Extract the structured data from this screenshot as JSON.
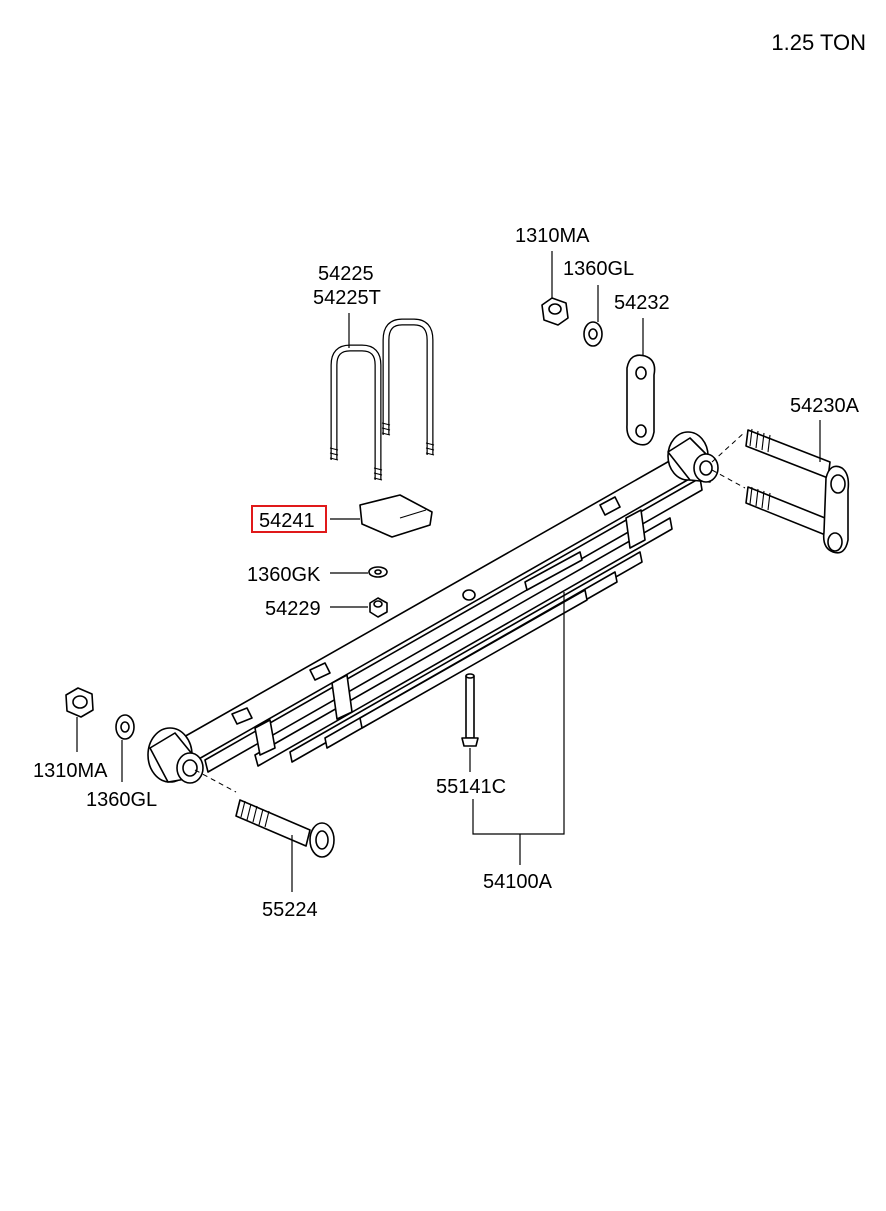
{
  "header": {
    "capacity": "1.25 TON"
  },
  "colors": {
    "highlight": "#e0191a",
    "ink": "#000000",
    "background": "#ffffff"
  },
  "callouts": [
    {
      "id": "u-bolt-a",
      "text": "54225"
    },
    {
      "id": "u-bolt-b",
      "text": "54225T"
    },
    {
      "id": "nut-top",
      "text": "1310MA"
    },
    {
      "id": "washer-top",
      "text": "1360GL"
    },
    {
      "id": "link-plate",
      "text": "54232"
    },
    {
      "id": "shackle",
      "text": "54230A"
    },
    {
      "id": "u-bolt-seat",
      "text": "54241",
      "highlighted": true
    },
    {
      "id": "spring-washer",
      "text": "1360GK"
    },
    {
      "id": "center-nut",
      "text": "54229"
    },
    {
      "id": "nut-left",
      "text": "1310MA"
    },
    {
      "id": "washer-left",
      "text": "1360GL"
    },
    {
      "id": "center-bolt",
      "text": "55141C"
    },
    {
      "id": "spring-assy",
      "text": "54100A"
    },
    {
      "id": "eye-bolt",
      "text": "55224"
    }
  ]
}
